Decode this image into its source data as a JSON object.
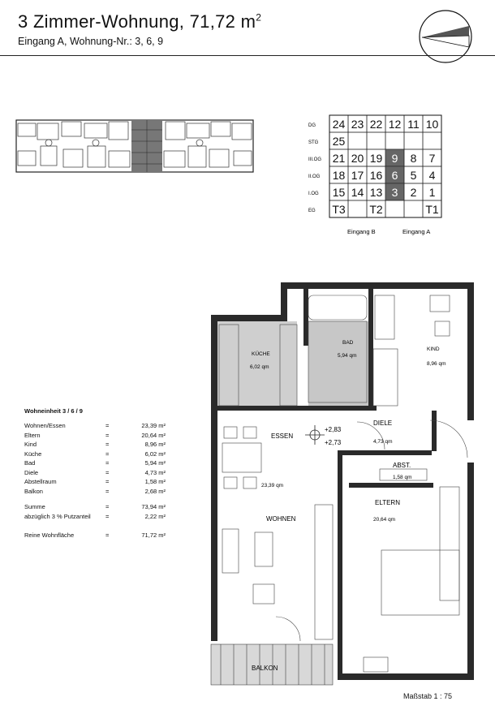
{
  "header": {
    "title": "3 Zimmer-Wohnung, 71,72 m",
    "title_sup": "2",
    "subtitle": "Eingang A, Wohnung-Nr.: 3, 6, 9"
  },
  "unit_grid": {
    "rows": [
      {
        "floor": "DG",
        "cells": [
          "24",
          "23",
          "22",
          "12",
          "11",
          "10"
        ]
      },
      {
        "floor": "STG",
        "cells": [
          "25",
          "",
          "",
          "",
          "",
          ""
        ]
      },
      {
        "floor": "III.OG",
        "cells": [
          "21",
          "20",
          "19",
          "9",
          "8",
          "7"
        ]
      },
      {
        "floor": "II.OG",
        "cells": [
          "18",
          "17",
          "16",
          "6",
          "5",
          "4"
        ]
      },
      {
        "floor": "I.OG",
        "cells": [
          "15",
          "14",
          "13",
          "3",
          "2",
          "1"
        ]
      },
      {
        "floor": "EG",
        "cells": [
          "T3",
          "",
          "T2",
          "",
          "",
          "T1"
        ]
      }
    ],
    "highlighted": [
      "9",
      "6",
      "3"
    ],
    "entrance_b": "Eingang B",
    "entrance_a": "Eingang A"
  },
  "area_table": {
    "heading": "Wohneinheit 3 / 6 / 9",
    "rows": [
      {
        "name": "Wohnen/Essen",
        "eq": "=",
        "value": "23,39 m²"
      },
      {
        "name": "Eltern",
        "eq": "=",
        "value": "20,64 m²"
      },
      {
        "name": "Kind",
        "eq": "=",
        "value": "8,96 m²"
      },
      {
        "name": "Küche",
        "eq": "=",
        "value": "6,02 m²"
      },
      {
        "name": "Bad",
        "eq": "=",
        "value": "5,94 m²"
      },
      {
        "name": "Diele",
        "eq": "=",
        "value": "4,73 m²"
      },
      {
        "name": "Abstellraum",
        "eq": "=",
        "value": "1,58 m²"
      },
      {
        "name": "Balkon",
        "eq": "=",
        "value": "2,68 m²"
      }
    ],
    "sum": {
      "name": "Summe",
      "eq": "=",
      "value": "73,94 m²"
    },
    "deduction": {
      "name": "abzüglich 3 % Putzanteil",
      "eq": "=",
      "value": "2,22 m²"
    },
    "net": {
      "name": "Reine Wohnfläche",
      "eq": "=",
      "value": "71,72 m²"
    }
  },
  "floorplan": {
    "kueche": "KÜCHE",
    "kueche_area": "6,02 qm",
    "bad": "BAD",
    "bad_area": "5,94 qm",
    "kind": "KIND",
    "kind_area": "8,96 qm",
    "essen": "ESSEN",
    "wohnen": "WOHNEN",
    "wohnen_area": "23,39 qm",
    "diele": "DIELE",
    "diele_area": "4,73 qm",
    "abst": "ABST.",
    "abst_area": "1,58 qm",
    "eltern": "ELTERN",
    "eltern_area": "20,64 qm",
    "balkon": "BALKON",
    "level1": "+2,83",
    "level2": "+2,73"
  },
  "footer": {
    "scale": "Maßstab 1 : 75"
  }
}
